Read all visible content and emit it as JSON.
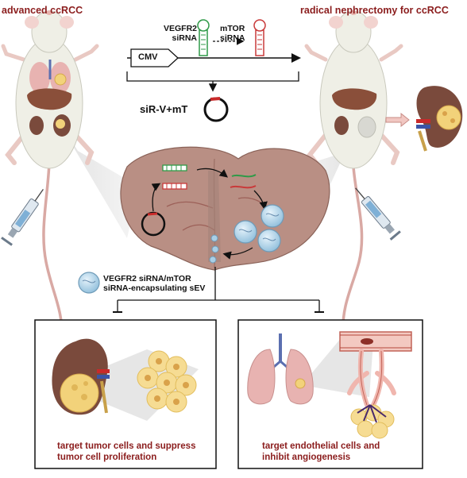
{
  "titles": {
    "left": "advanced ccRCC",
    "right": "radical nephrectomy for ccRCC"
  },
  "construct": {
    "promoter": "CMV",
    "sirna1_line1": "VEGFR2",
    "sirna1_line2": "siRNA",
    "sirna2_line1": "mTOR",
    "sirna2_line2": "siRNA",
    "plasmid_name": "siR-V+mT"
  },
  "legend": {
    "line1": "VEGFR2 siRNA/mTOR",
    "line2": "siRNA-encapsulating sEV"
  },
  "panels": {
    "left_caption_line1": "target tumor cells and suppress",
    "left_caption_line2": "tumor cell proliferation",
    "right_caption_line1": "target endothelial cells and",
    "right_caption_line2": "inhibit angiogenesis"
  },
  "colors": {
    "title_red": "#8b1d1d",
    "liver": "#b98f84",
    "mouse_body": "#efefe6",
    "vesicle": "#a9cfe6",
    "kidney": "#7a4a3c",
    "tumor": "#f2d27a",
    "lung": "#e8b3b1"
  }
}
